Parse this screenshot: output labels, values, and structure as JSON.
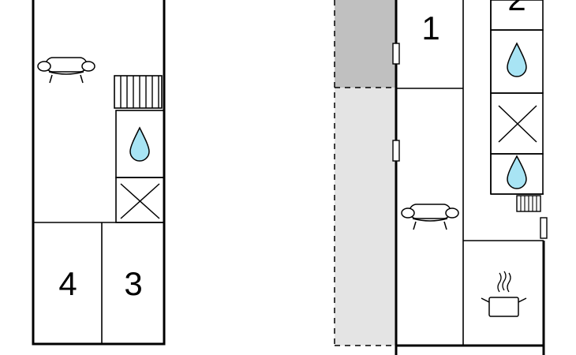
{
  "rooms": {
    "room_1": "1",
    "room_3": "3",
    "room_4": "4"
  },
  "icons": {
    "sofa": "sofa-icon",
    "water": "water-drop-icon",
    "toilet": "toilet-icon",
    "radiator": "radiator-icon",
    "cooking": "cooking-pot-icon"
  },
  "colors": {
    "terrace_dark": "#c0c0c0",
    "terrace_light": "#e4e4e4",
    "water_fill": "#a8e4f4",
    "line": "#000000"
  }
}
